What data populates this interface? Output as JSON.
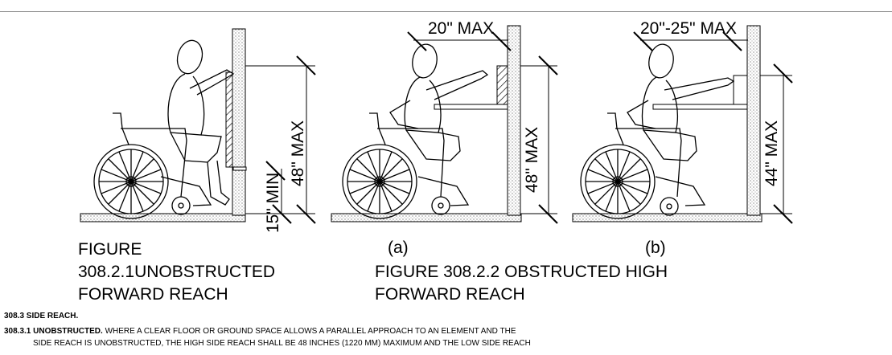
{
  "figure_1": {
    "dim_vertical_high": "48\" MAX",
    "dim_vertical_low": "15\" MIN",
    "caption": [
      "FIGURE",
      "308.2.1UNOBSTRUCTED",
      "FORWARD REACH"
    ]
  },
  "figure_2a": {
    "dim_horizontal": "20\" MAX",
    "dim_vertical": "48\" MAX",
    "label": "(a)"
  },
  "figure_2b": {
    "dim_horizontal": "20\"-25\" MAX",
    "dim_vertical": "44\" MAX",
    "label": "(b)"
  },
  "figure_2_caption": [
    "FIGURE 308.2.2 OBSTRUCTED HIGH",
    "FORWARD REACH"
  ],
  "section": {
    "heading": "308.3 SIDE REACH.",
    "sub_heading": "308.3.1 UNOBSTRUCTED.",
    "text_line1": " WHERE A CLEAR FLOOR OR GROUND SPACE ALLOWS A PARALLEL APPROACH TO AN ELEMENT AND THE",
    "text_line2": "SIDE REACH IS UNOBSTRUCTED, THE HIGH SIDE REACH SHALL BE 48 INCHES (1220 MM) MAXIMUM AND THE LOW SIDE REACH"
  }
}
